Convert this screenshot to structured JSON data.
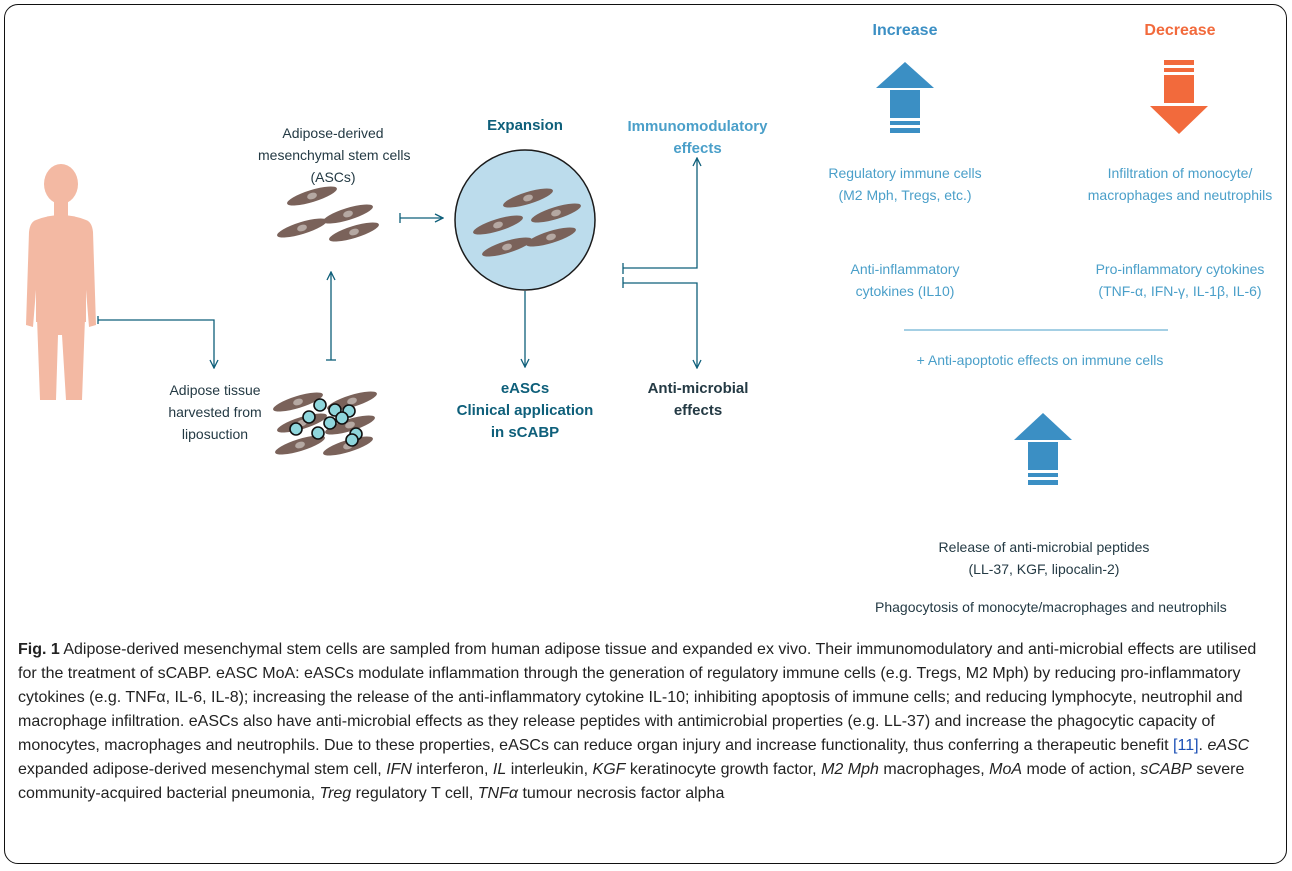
{
  "diagram": {
    "asc_label_1": "Adipose-derived",
    "asc_label_2": "mesenchymal stem cells",
    "asc_label_3": "(ASCs)",
    "tissue_label_1": "Adipose tissue",
    "tissue_label_2": "harvested from",
    "tissue_label_3": "liposuction",
    "expansion": "Expansion",
    "immuno_1": "Immunomodulatory",
    "immuno_2": "effects",
    "easc_1": "eASCs",
    "easc_2": "Clinical application",
    "easc_3": "in sCABP",
    "antimicrobial_1": "Anti-microbial",
    "antimicrobial_2": "effects",
    "increase": "Increase",
    "decrease": "Decrease",
    "reg_cells_1": "Regulatory immune cells",
    "reg_cells_2": "(M2 Mph, Tregs, etc.)",
    "infiltration_1": "Infiltration of monocyte/",
    "infiltration_2": "macrophages and neutrophils",
    "anti_inf_1": "Anti-inflammatory",
    "anti_inf_2": "cytokines (IL10)",
    "pro_inf_1": "Pro-inflammatory cytokines",
    "pro_inf_2": "(TNF-α, IFN-γ, IL-1β, IL-6)",
    "anti_apoptotic": "+ Anti-apoptotic effects on immune cells",
    "release_1": "Release of anti-microbial peptides",
    "release_2": "(LL-37, KGF, lipocalin-2)",
    "phagocytosis": "Phagocytosis of monocyte/macrophages and neutrophils"
  },
  "colors": {
    "increase": "#3b8fc4",
    "decrease": "#f26a3c",
    "dark_teal": "#0e5f7a",
    "light_blue": "#4a9fc9",
    "cell_fill": "#7a625a",
    "dish_fill": "#bcdcec",
    "body": "#f3b9a3"
  },
  "caption": {
    "fig_label": "Fig. 1",
    "p1": " Adipose-derived mesenchymal stem cells are sampled from human adipose tissue and expanded ex vivo. Their immunomodulatory and anti-microbial effects are utilised for the treatment of sCABP. eASC MoA: eASCs modulate inflammation through the generation of regulatory immune cells (e.g. Tregs, M2 Mph) by reducing pro-inflammatory cytokines (e.g. TNFα, IL-6, IL-8); increasing the release of the anti-inflammatory cytokine IL-10; inhibiting apoptosis of immune cells; and reducing lymphocyte, neutrophil and macrophage infiltration. eASCs also have anti-microbial effects as they release peptides with antimicrobial properties (e.g. LL-37) and increase the phagocytic capacity of monocytes, macrophages and neutrophils. Due to these properties, eASCs can reduce organ injury and increase functionality, thus conferring a therapeutic benefit ",
    "ref": "[11]",
    "p2": ". ",
    "a1": "eASC",
    "d1": " expanded adipose-derived mesenchymal stem cell, ",
    "a2": "IFN",
    "d2": " interferon, ",
    "a3": "IL",
    "d3": " interleukin, ",
    "a4": "KGF",
    "d4": " keratinocyte growth factor, ",
    "a5": "M2 Mph",
    "d5": " macrophages, ",
    "a6": "MoA",
    "d6": " mode of action, ",
    "a7": "sCABP",
    "d7": " severe community-acquired bacterial pneumonia, ",
    "a8": "Treg",
    "d8": " regulatory T cell, ",
    "a9": "TNFα",
    "d9": " tumour necrosis factor alpha"
  }
}
